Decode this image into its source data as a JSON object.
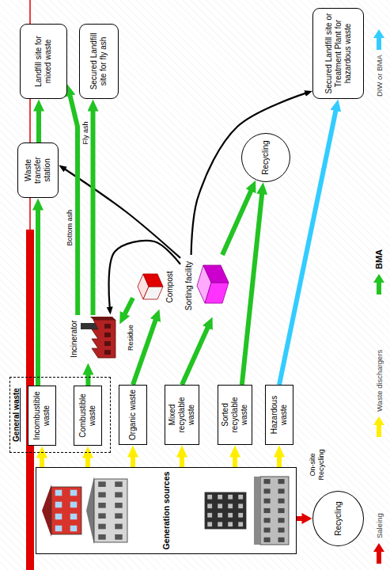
{
  "diagram": {
    "nodes": [
      {
        "text": [
          "Generation sources"
        ]
      },
      {
        "text": [
          "Recycling"
        ]
      },
      {
        "text": [
          "General waste"
        ]
      },
      {
        "text": [
          "Incombustible waste"
        ],
        "in": 2
      },
      {
        "text": [
          "Combustible waste"
        ],
        "in": 2
      },
      {
        "text": [
          "Organic waste"
        ]
      },
      {
        "text": [
          "Mixed recyclable waste"
        ]
      },
      {
        "text": [
          "Sorted recyclable waste"
        ]
      },
      {
        "text": [
          "Hazardous waste"
        ]
      },
      {
        "text": [
          "Incinerator"
        ]
      },
      {
        "text": [
          "Compost"
        ]
      },
      {
        "text": [
          "Sorting facility"
        ]
      },
      {
        "text": [
          "Waste transfer station"
        ]
      },
      {
        "text": [
          "Recycling"
        ]
      },
      {
        "text": [
          "Landfill site for mixed waste"
        ]
      },
      {
        "text": [
          "Secured Landfill site for fly ash"
        ]
      },
      {
        "text": [
          "Secured Landfill site or Treatment Plant for hazardous waste"
        ]
      }
    ],
    "edges": [
      {
        "from": 0,
        "to": 3,
        "arrow": "to"
      },
      {
        "from": 0,
        "to": 4,
        "arrow": "to"
      },
      {
        "from": 0,
        "to": 5,
        "arrow": "to"
      },
      {
        "from": 0,
        "to": 6,
        "arrow": "to"
      },
      {
        "from": 0,
        "to": 7,
        "arrow": "to"
      },
      {
        "from": 0,
        "to": 8,
        "arrow": "to"
      },
      {
        "from": 0,
        "to": 1,
        "label": "On-site Recycling",
        "arrow": "to"
      },
      {
        "from": 3,
        "to": 12,
        "arrow": "to"
      },
      {
        "from": 4,
        "to": 9,
        "arrow": "to"
      },
      {
        "from": 5,
        "to": 10,
        "arrow": "to"
      },
      {
        "from": 6,
        "to": 11,
        "arrow": "to"
      },
      {
        "from": 10,
        "to": 9,
        "label": "Residue",
        "arrow": "to"
      },
      {
        "from": 11,
        "to": 9,
        "arrow": "to"
      },
      {
        "from": 11,
        "to": 12,
        "arrow": "to"
      },
      {
        "from": 11,
        "to": 16,
        "arrow": "to"
      },
      {
        "from": 11,
        "to": 13,
        "arrow": "to"
      },
      {
        "from": 7,
        "to": 13,
        "arrow": "to"
      },
      {
        "from": 8,
        "to": 16,
        "arrow": "to"
      },
      {
        "from": 9,
        "to": 14,
        "label": "Bottom ash",
        "arrow": "to"
      },
      {
        "from": 9,
        "to": 15,
        "label": "Fly ash",
        "arrow": "to"
      },
      {
        "from": 12,
        "to": 14,
        "arrow": "to"
      }
    ],
    "legend": [
      {
        "text": "Saleing",
        "color": "#e00000"
      },
      {
        "text": "Waste dischargers",
        "color": "#ffee00"
      },
      {
        "text": "BMA",
        "color": "#22c322"
      },
      {
        "text": "DIW or BMA",
        "color": "#33ccff"
      }
    ]
  }
}
